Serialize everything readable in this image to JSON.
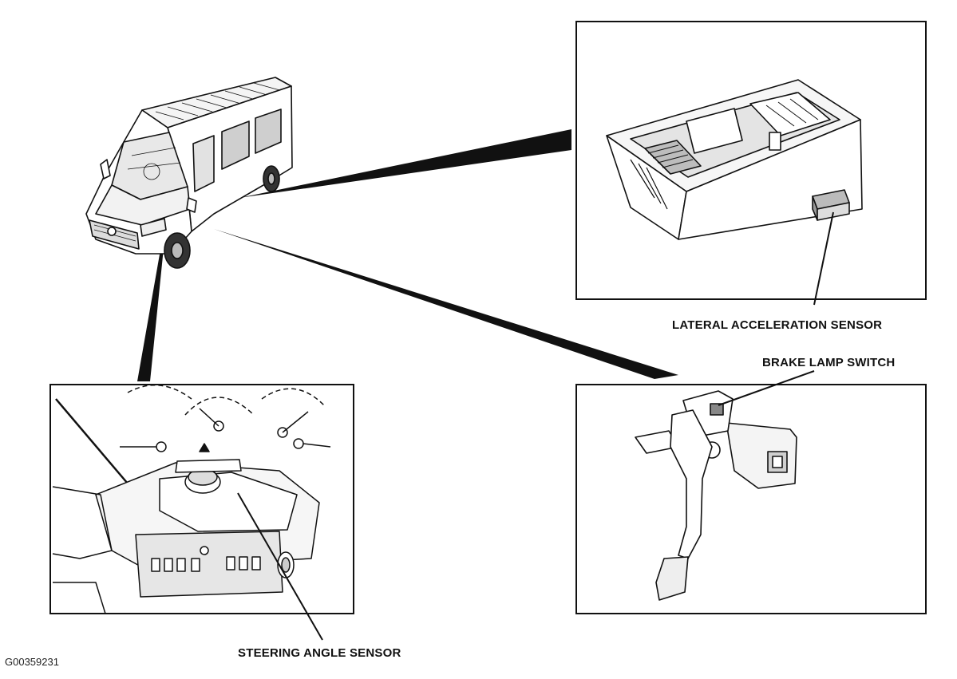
{
  "labels": {
    "lateral_acceleration_sensor": "LATERAL ACCELERATION SENSOR",
    "brake_lamp_switch": "BRAKE LAMP SWITCH",
    "steering_angle_sensor": "STEERING ANGLE SENSOR"
  },
  "figure_id": "G00359231",
  "colors": {
    "line": "#111111",
    "panel_fill": "#ffffff",
    "shade": "#d9d9d9",
    "dark": "#2a2a2a"
  }
}
